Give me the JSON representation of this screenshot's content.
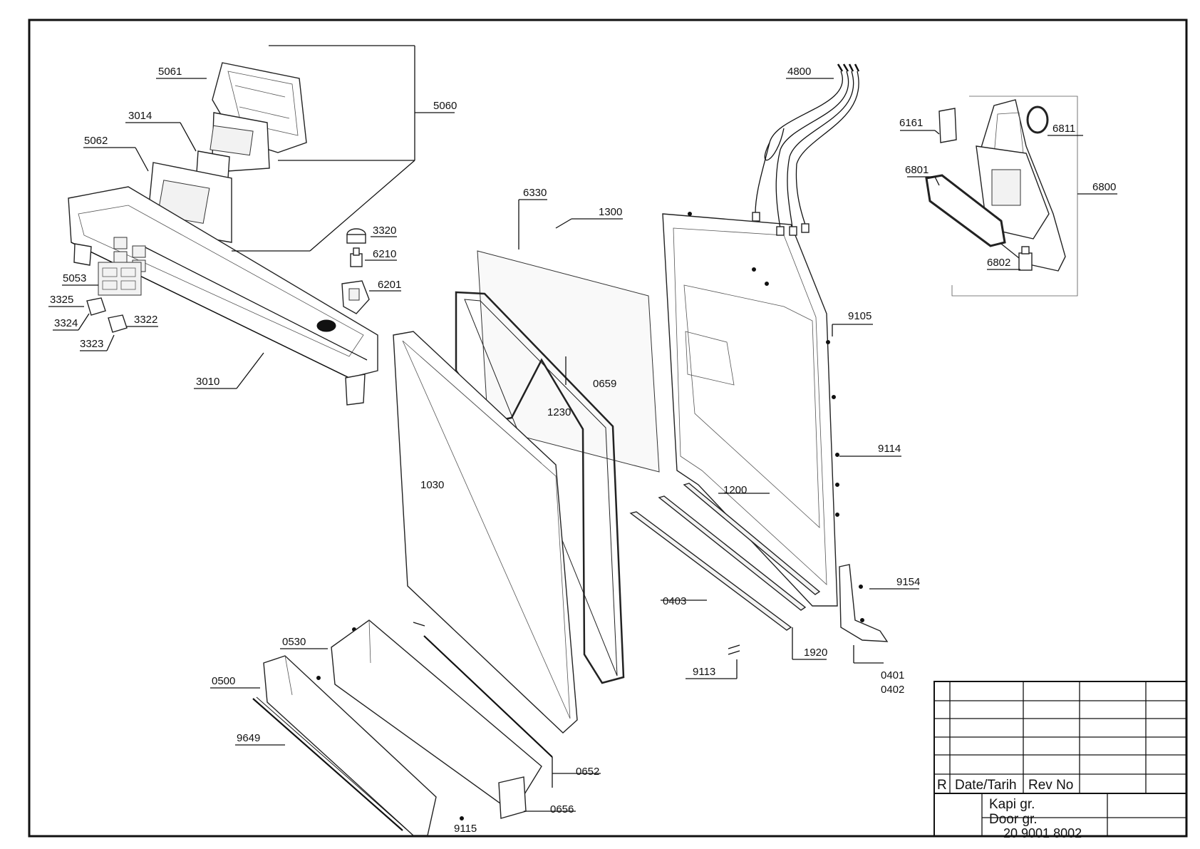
{
  "labels": {
    "p5061": "5061",
    "p5060": "5060",
    "p3014": "3014",
    "p5062": "5062",
    "p3320": "3320",
    "p6210": "6210",
    "p6201": "6201",
    "p5053": "5053",
    "p3325": "3325",
    "p3324": "3324",
    "p3322": "3322",
    "p3323": "3323",
    "p3010": "3010",
    "p6330": "6330",
    "p1300": "1300",
    "p0659": "0659",
    "p1230": "1230",
    "p1030": "1030",
    "p4800": "4800",
    "p6161": "6161",
    "p6811": "6811",
    "p6801": "6801",
    "p6800": "6800",
    "p6802": "6802",
    "p9105": "9105",
    "p9114": "9114",
    "p1200": "1200",
    "p9154": "9154",
    "p0403": "0403",
    "p1920": "1920",
    "p0401": "0401",
    "p0402": "0402",
    "p9113": "9113",
    "p0530": "0530",
    "p0500": "0500",
    "p9649": "9649",
    "p0652": "0652",
    "p0656": "0656",
    "p9115": "9115"
  },
  "title_block": {
    "r": "R",
    "date": "Date/Tarih",
    "rev": "Rev No",
    "name_tr": "Kapi gr.",
    "name_en": "Door gr.",
    "drawing_no": "20 9001 8002"
  }
}
